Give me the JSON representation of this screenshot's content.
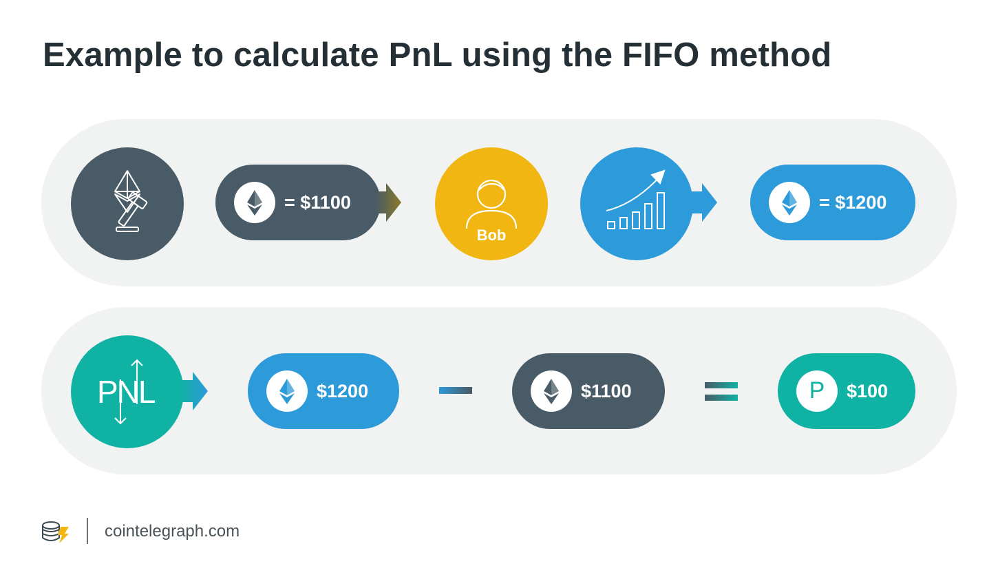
{
  "title": "Example to calculate PnL using the FIFO method",
  "colors": {
    "dark": "#485b66",
    "blue": "#2d9ad9",
    "yellow": "#f2b612",
    "teal": "#10b2a4",
    "band": "#f1f2f2"
  },
  "row1": {
    "buy_price_label": "= $1100",
    "person_label": "Bob",
    "sell_price_label": "= $1200",
    "icons": [
      "auction-gavel-icon",
      "person-icon",
      "growth-chart-icon",
      "ethereum-coin-icon"
    ]
  },
  "row2": {
    "pnl_label": "PNL",
    "sell_value": "$1200",
    "buy_value": "$1100",
    "result_label": "P",
    "result_value": "$100",
    "operators": [
      "minus",
      "equals"
    ]
  },
  "footer": {
    "brand": "cointelegraph.com"
  }
}
